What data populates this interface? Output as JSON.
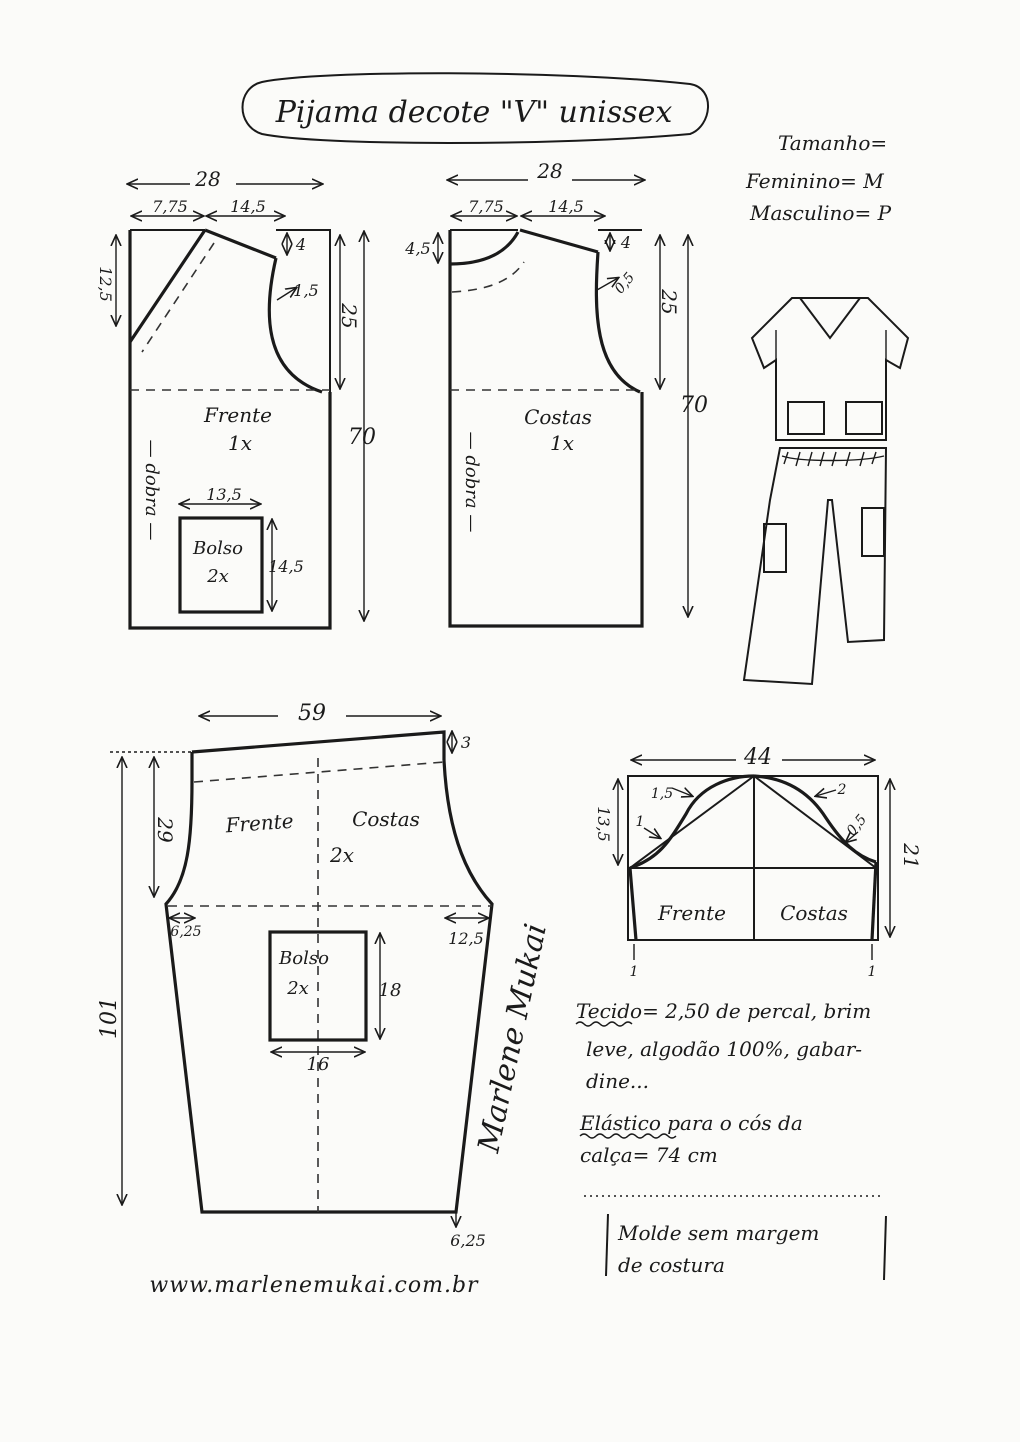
{
  "title": "Pijama decote \"V\" unissex",
  "size": {
    "label": "Tamanho=",
    "feminine": "Feminino= M",
    "masculine": "Masculino= P"
  },
  "shirt_front": {
    "width": "28",
    "neck_width": "7,75",
    "shoulder_width": "14,5",
    "neck_depth": "12,5",
    "shoulder_drop": "4",
    "armhole_curve": "1,5",
    "armhole_height": "25",
    "total_length": "70",
    "label": "Frente",
    "count": "1x",
    "fold": "— dobra —"
  },
  "pocket_shirt": {
    "width": "13,5",
    "height": "14,5",
    "label": "Bolso",
    "count": "2x"
  },
  "shirt_back": {
    "width": "28",
    "neck_width": "7,75",
    "shoulder_width": "14,5",
    "neck_depth": "4,5",
    "shoulder_drop": "4",
    "armhole_curve": "0,5",
    "armhole_height": "25",
    "total_length": "70",
    "label": "Costas",
    "count": "1x",
    "fold": "— dobra —"
  },
  "pants": {
    "waist_width": "59",
    "rise_diff": "3",
    "crotch_depth": "29",
    "total_length": "101",
    "front_crotch": "6,25",
    "back_crotch": "12,5",
    "hem_extension": "6,25",
    "label_front": "Frente",
    "label_back": "Costas",
    "count": "2x"
  },
  "pocket_pants": {
    "width": "16",
    "height": "18",
    "label": "Bolso",
    "count": "2x"
  },
  "sleeve": {
    "width": "44",
    "cap_height": "13,5",
    "total_height": "21",
    "curve_front": "1,5",
    "curve_front_low": "1",
    "curve_back": "2",
    "curve_back_low": "0,5",
    "side_left": "1",
    "side_right": "1",
    "label_front": "Frente",
    "label_back": "Costas"
  },
  "notes": {
    "fabric_line1": "Tecido= 2,50 de percal, brim",
    "fabric_line2": "leve, algodão 100%, gabar-",
    "fabric_line3": "dine...",
    "elastic_line1": "Elástico para o cós da",
    "elastic_line2": "calça= 74 cm",
    "seam_line1": "Molde sem margem",
    "seam_line2": "de costura"
  },
  "signature": "Marlene Mukai",
  "website": "www.marlenemukai.com.br"
}
